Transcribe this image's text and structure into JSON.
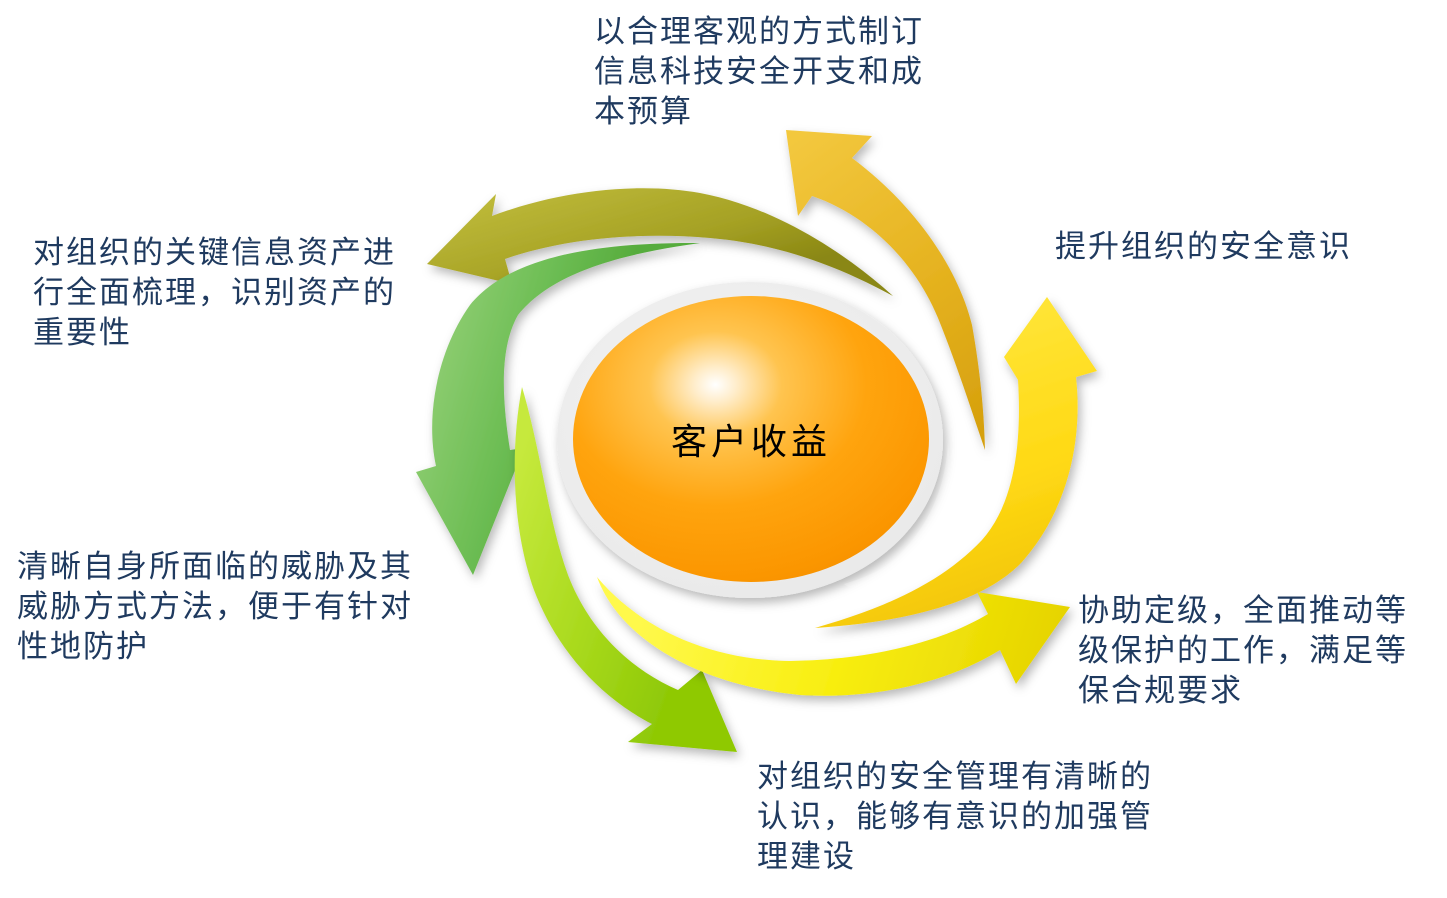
{
  "diagram": {
    "title": "客户收益 pinwheel benefits diagram",
    "background": "#FFFFFF",
    "center": {
      "label": "客户收益",
      "sphere_color": "#FF9E00",
      "ring_color": "#E9E9E9",
      "text_color": "#000000"
    },
    "text_color": "#1F3A5F",
    "labels": {
      "top": {
        "lines": [
          "以合理客观的方式制订",
          "信息科技安全开支和成",
          "本预算"
        ]
      },
      "top_right": {
        "lines": [
          "提升组织的安全意识"
        ]
      },
      "right": {
        "lines": [
          "协助定级，全面推动等",
          "级保护的工作，满足等",
          "保合规要求"
        ]
      },
      "bottom": {
        "lines": [
          "对组织的安全管理有清晰的",
          "认识，能够有意识的加强管",
          "理建设"
        ]
      },
      "bottom_left": {
        "lines": [
          "清晰自身所面临的威胁及其",
          "威胁方式方法，便于有针对",
          "性地防护"
        ]
      },
      "top_left": {
        "lines": [
          "对组织的关键信息资产进",
          "行全面梳理，识别资产的",
          "重要性"
        ]
      }
    },
    "arrows": [
      {
        "name": "olive-top-left",
        "direction": "points left",
        "color": "#A6A623"
      },
      {
        "name": "gold-top-right",
        "direction": "points up-left",
        "color": "#E3AE1C"
      },
      {
        "name": "yellow-right",
        "direction": "points up",
        "color": "#FFDD18"
      },
      {
        "name": "yellow-bottom",
        "direction": "points right",
        "color": "#F6EC00"
      },
      {
        "name": "chartreuse-bottom-left",
        "direction": "points down-right",
        "color": "#A8D91C"
      },
      {
        "name": "green-left",
        "direction": "points down",
        "color": "#6EBE55"
      }
    ]
  }
}
